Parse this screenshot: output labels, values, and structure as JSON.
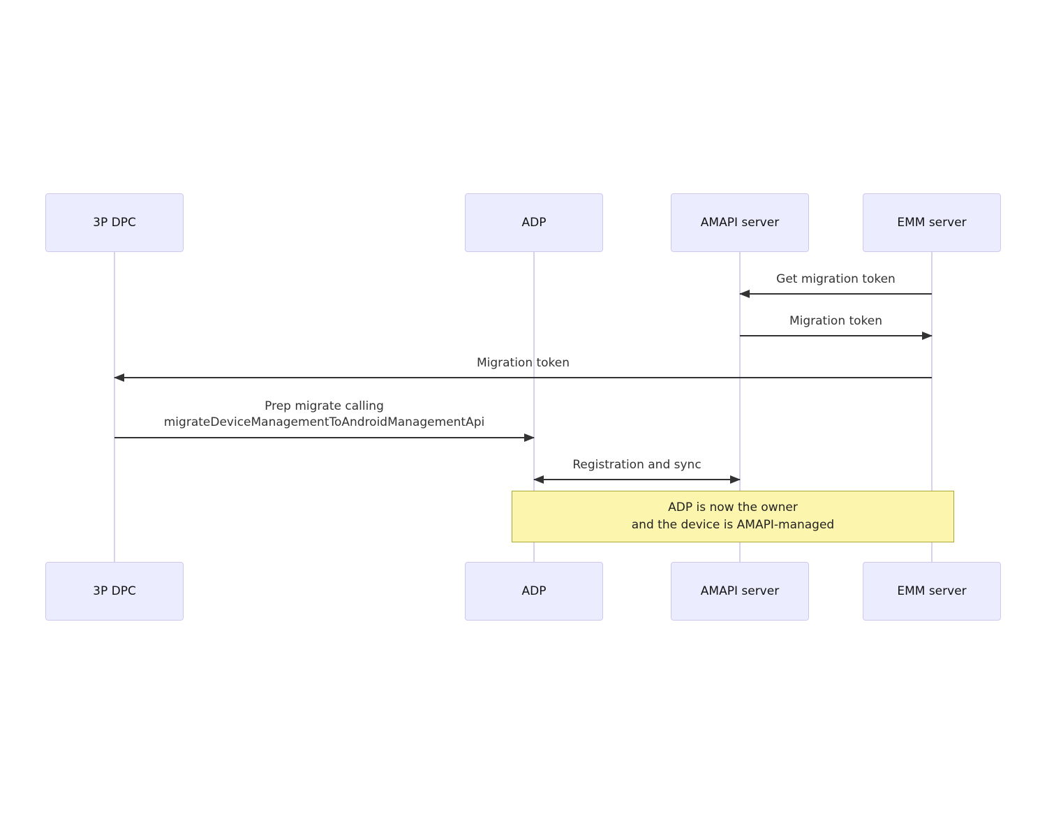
{
  "diagram": {
    "type": "sequence-diagram",
    "actors": [
      {
        "id": "3p-dpc",
        "label": "3P DPC"
      },
      {
        "id": "adp",
        "label": "ADP"
      },
      {
        "id": "amapi-server",
        "label": "AMAPI server"
      },
      {
        "id": "emm-server",
        "label": "EMM server"
      }
    ],
    "messages": [
      {
        "label": "Get migration token",
        "from": "EMM server",
        "to": "AMAPI server",
        "arrow": "left"
      },
      {
        "label": "Migration token",
        "from": "AMAPI server",
        "to": "EMM server",
        "arrow": "right"
      },
      {
        "label": "Migration token",
        "from": "EMM server",
        "to": "3P DPC",
        "arrow": "left"
      },
      {
        "label_lines": [
          "Prep migrate calling",
          "migrateDeviceManagementToAndroidManagementApi"
        ],
        "from": "3P DPC",
        "to": "ADP",
        "arrow": "right"
      },
      {
        "label": "Registration and sync",
        "from": "ADP",
        "to": "AMAPI server",
        "arrow": "both"
      }
    ],
    "note": {
      "lines": [
        "ADP is now the owner",
        "and the device is AMAPI-managed"
      ],
      "spans": [
        "ADP",
        "EMM server"
      ]
    },
    "colors": {
      "actor_fill": "#ECECFF",
      "actor_border": "#CFC7EE",
      "lifeline": "#D8D0EC",
      "arrow": "#333333",
      "message_text": "#333333",
      "note_fill": "#FCF5AD",
      "note_border": "#AAAA33"
    }
  }
}
